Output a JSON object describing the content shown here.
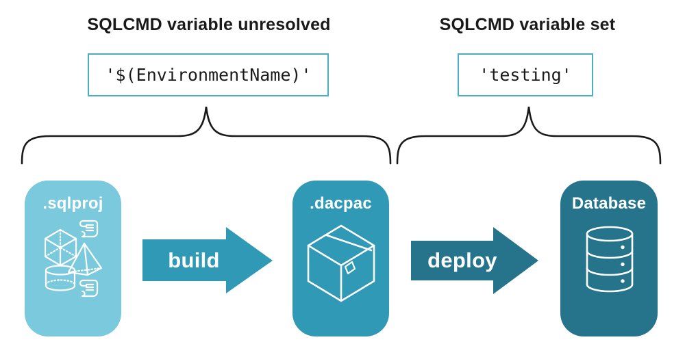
{
  "headings": {
    "left": "SQLCMD variable unresolved",
    "right": "SQLCMD variable set"
  },
  "code_boxes": {
    "left": {
      "value": "'$(EnvironmentName)'"
    },
    "right": {
      "value": "'testing'"
    }
  },
  "pipeline": {
    "stages": [
      {
        "label": ".sqlproj",
        "icons": [
          "cube-icon",
          "scroll-icon",
          "pyramid-icon",
          "cylinder-icon",
          "scroll-icon"
        ]
      },
      {
        "label": ".dacpac",
        "icons": [
          "package-box-icon"
        ]
      },
      {
        "label": "Database",
        "icons": [
          "database-cylinder-icon"
        ]
      }
    ],
    "arrows": [
      {
        "label": "build"
      },
      {
        "label": "deploy"
      }
    ]
  },
  "colors": {
    "stage_light": "#7AC9DC",
    "stage_mid": "#2F99B6",
    "stage_dark": "#26748B",
    "code_box_border": "#4BACC6",
    "text_dark": "#1A1A1A",
    "icon_white": "#FFFFFF"
  }
}
